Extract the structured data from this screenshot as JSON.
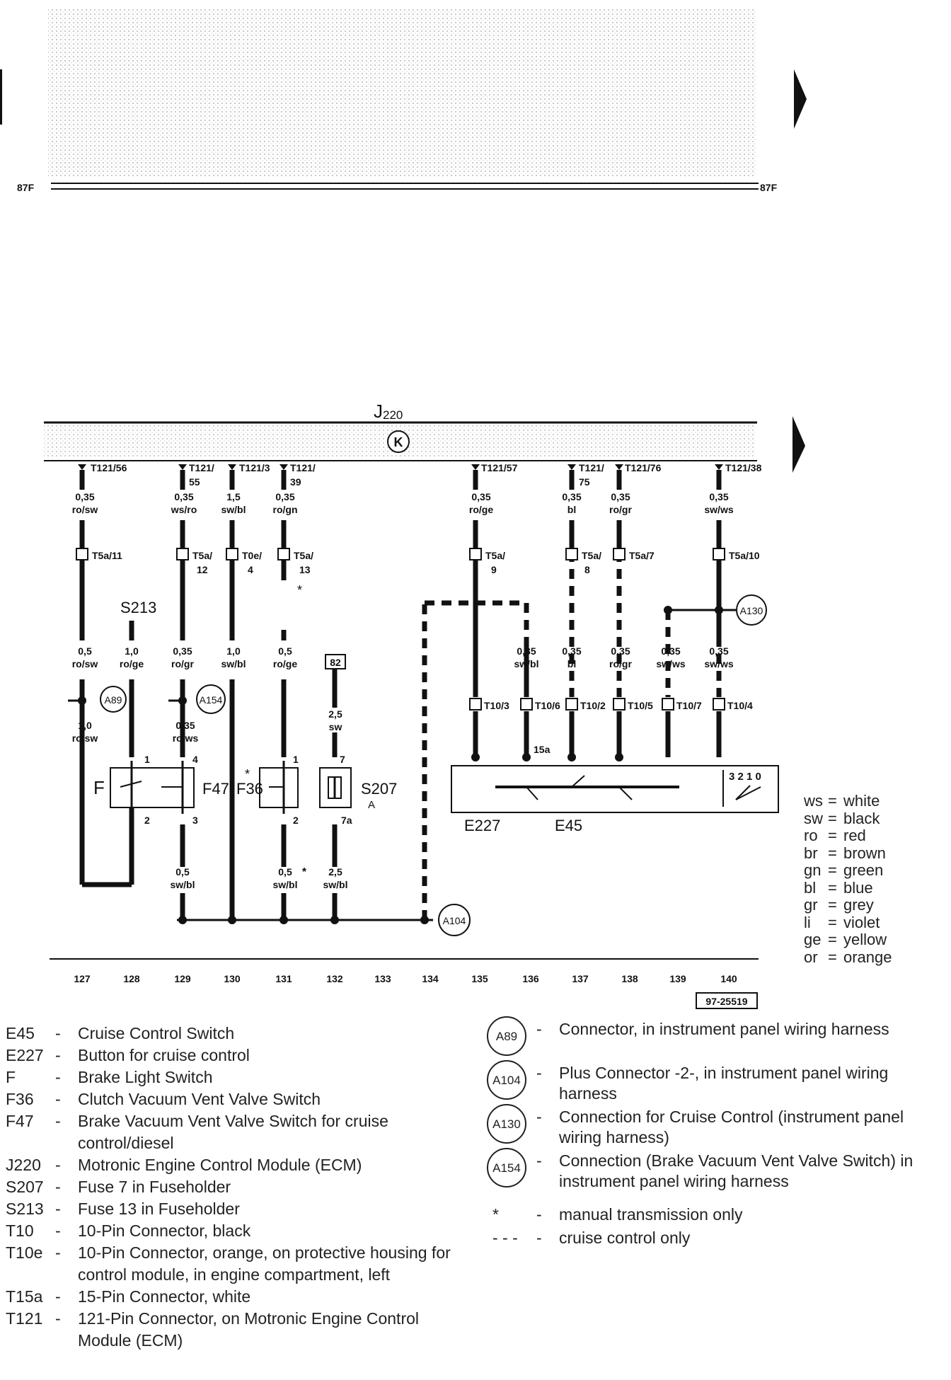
{
  "page": {
    "ref_left": "87F",
    "ref_right": "87F",
    "figure_number": "97-25519"
  },
  "module": {
    "code": "J",
    "sub": "220",
    "ground_symbol": "K"
  },
  "columns": [
    "127",
    "128",
    "129",
    "130",
    "131",
    "132",
    "133",
    "134",
    "135",
    "136",
    "137",
    "138",
    "139",
    "140"
  ],
  "top_pins": [
    {
      "main": "T121/56",
      "sub": ""
    },
    {
      "main": "T121/",
      "sub": "55"
    },
    {
      "main": "T121/3",
      "sub": ""
    },
    {
      "main": "T121/",
      "sub": "39"
    },
    {
      "main": "T121/57",
      "sub": ""
    },
    {
      "main": "T121/",
      "sub": "75"
    },
    {
      "main": "T121/76",
      "sub": ""
    },
    {
      "main": "T121/38",
      "sub": ""
    }
  ],
  "upper_wires": [
    {
      "size": "0,35",
      "color": "ro/sw"
    },
    {
      "size": "0,35",
      "color": "ws/ro"
    },
    {
      "size": "1,5",
      "color": "sw/bl"
    },
    {
      "size": "0,35",
      "color": "ro/gn"
    },
    {
      "size": "0,35",
      "color": "ro/ge"
    },
    {
      "size": "0,35",
      "color": "bl"
    },
    {
      "size": "0,35",
      "color": "ro/gr"
    },
    {
      "size": "0,35",
      "color": "sw/ws"
    }
  ],
  "t5a_connectors": [
    {
      "main": "T5a/11",
      "sub": ""
    },
    {
      "main": "T5a/",
      "sub": "12"
    },
    {
      "main": "T0e/",
      "sub": "4"
    },
    {
      "main": "T5a/",
      "sub": "13"
    },
    {
      "main": "T5a/",
      "sub": "9"
    },
    {
      "main": "T5a/",
      "sub": "8"
    },
    {
      "main": "T5a/7",
      "sub": ""
    },
    {
      "main": "T5a/10",
      "sub": ""
    }
  ],
  "middle_wires": [
    {
      "size": "0,5",
      "color": "ro/sw"
    },
    {
      "size": "1,0",
      "color": "ro/ge"
    },
    {
      "size": "0,35",
      "color": "ro/gr"
    },
    {
      "size": "1,0",
      "color": "sw/bl"
    },
    {
      "size": "0,5",
      "color": "ro/ge"
    },
    {
      "size": "0,35",
      "color": "sw/bl"
    },
    {
      "size": "0,35",
      "color": "bl"
    },
    {
      "size": "0,35",
      "color": "ro/gr"
    },
    {
      "size": "0,35",
      "color": "sw/ws"
    },
    {
      "size": "0,35",
      "color": "sw/ws"
    }
  ],
  "branch_wires": [
    {
      "size": "1,0",
      "color": "ro/sw"
    },
    {
      "size": "0,35",
      "color": "ro/ws"
    },
    {
      "size": "2,5",
      "color": "sw"
    }
  ],
  "t10_connectors": [
    "T10/3",
    "T10/6",
    "T10/2",
    "T10/5",
    "T10/7",
    "T10/4"
  ],
  "lower_wires": [
    {
      "size": "0,5",
      "color": "sw/bl"
    },
    {
      "size": "0,5",
      "color": "sw/bl"
    },
    {
      "size": "2,5",
      "color": "sw/bl"
    }
  ],
  "components": {
    "s213": "S213",
    "f": "F",
    "f47": "F47",
    "f36": "F36",
    "s207": "S207",
    "s207_sub": "A",
    "e227": "E227",
    "e45": "E45",
    "fuse_box": "82",
    "t15a": "15a",
    "switch_positions": "3 2 1 0",
    "pin_labels": [
      "1",
      "2",
      "4",
      "3",
      "1",
      "2",
      "7",
      "7a"
    ],
    "star": "*"
  },
  "connectors_circle": [
    "A89",
    "A154",
    "A130",
    "A104"
  ],
  "color_codes": [
    {
      "abbr": "ws",
      "name": "white"
    },
    {
      "abbr": "sw",
      "name": "black"
    },
    {
      "abbr": "ro",
      "name": "red"
    },
    {
      "abbr": "br",
      "name": "brown"
    },
    {
      "abbr": "gn",
      "name": "green"
    },
    {
      "abbr": "bl",
      "name": "blue"
    },
    {
      "abbr": "gr",
      "name": "grey"
    },
    {
      "abbr": "li",
      "name": "violet"
    },
    {
      "abbr": "ge",
      "name": "yellow"
    },
    {
      "abbr": "or",
      "name": "orange"
    }
  ],
  "legend": [
    {
      "code": "E45",
      "desc": "Cruise Control Switch"
    },
    {
      "code": "E227",
      "desc": "Button for cruise control"
    },
    {
      "code": "F",
      "desc": "Brake Light Switch"
    },
    {
      "code": "F36",
      "desc": "Clutch Vacuum Vent Valve Switch"
    },
    {
      "code": "F47",
      "desc": "Brake Vacuum Vent Valve Switch for cruise control/diesel"
    },
    {
      "code": "J220",
      "desc": "Motronic Engine Control Module (ECM)"
    },
    {
      "code": "S207",
      "desc": "Fuse 7 in Fuseholder"
    },
    {
      "code": "S213",
      "desc": "Fuse 13 in Fuseholder"
    },
    {
      "code": "T10",
      "desc": "10-Pin Connector, black"
    },
    {
      "code": "T10e",
      "desc": "10-Pin Connector, orange, on protective housing for control module, in engine compartment, left"
    },
    {
      "code": "T15a",
      "desc": "15-Pin Connector, white"
    },
    {
      "code": "T121",
      "desc": "121-Pin Connector, on Motronic Engine Control Module (ECM)"
    }
  ],
  "connector_legend": [
    {
      "code": "A89",
      "desc": "Connector, in instrument panel wiring harness"
    },
    {
      "code": "A104",
      "desc": "Plus Connector -2-, in instrument panel wiring harness"
    },
    {
      "code": "A130",
      "desc": "Connection for Cruise Control (instrument panel wiring harness)"
    },
    {
      "code": "A154",
      "desc": "Connection (Brake Vacuum Vent Valve Switch) in instrument panel wiring harness"
    }
  ],
  "notes": [
    {
      "symbol": "*",
      "desc": "manual transmission only"
    },
    {
      "symbol": "- - -",
      "desc": "cruise control only"
    }
  ]
}
